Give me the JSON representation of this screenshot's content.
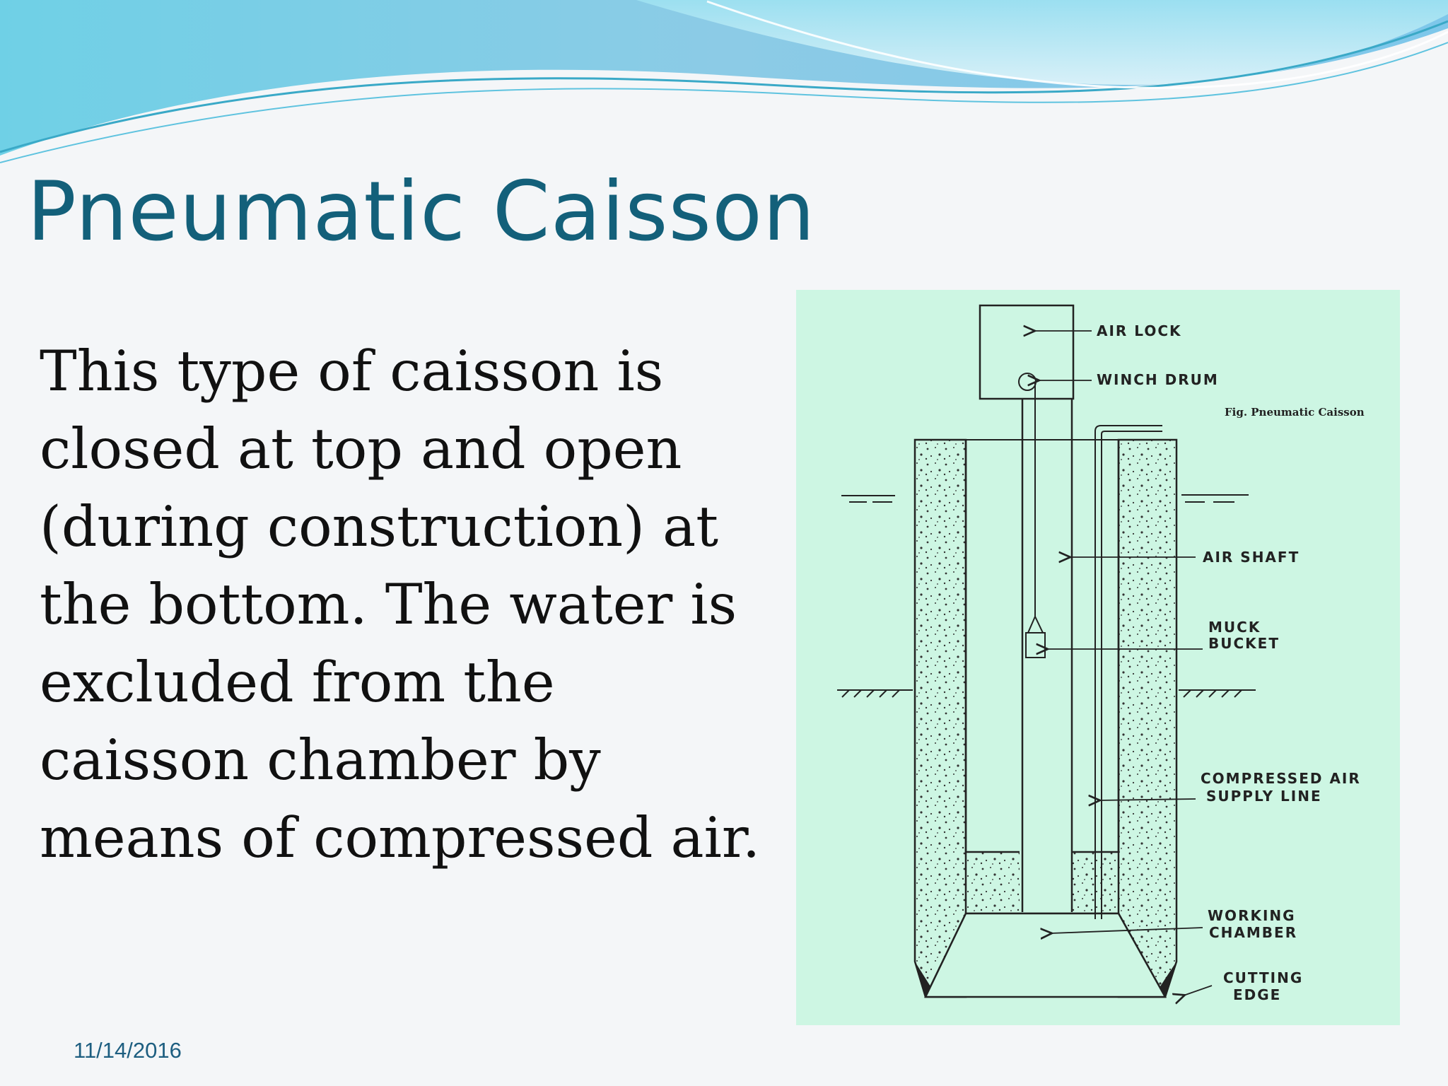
{
  "slide": {
    "title": "Pneumatic Caisson",
    "body": "This type of caisson is closed at top and open (during construction) at the bottom. The water is excluded from the caisson chamber by means of compressed air.",
    "date": "11/14/2016",
    "colors": {
      "title": "#13607a",
      "figure_background": "#cdf6e3",
      "header_wave": "#5fc3df",
      "date": "#1d5e80"
    }
  },
  "figure": {
    "caption": "Fig. Pneumatic Caisson",
    "labels": {
      "air_lock": "AIR LOCK",
      "winch_drum": "WINCH DRUM",
      "air_shaft": "AIR SHAFT",
      "muck_bucket_1": "MUCK",
      "muck_bucket_2": "BUCKET",
      "compressed_air_1": "COMPRESSED AIR",
      "compressed_air_2": "SUPPLY LINE",
      "working_chamber_1": "WORKING",
      "working_chamber_2": "CHAMBER",
      "cutting_edge_1": "CUTTING",
      "cutting_edge_2": "EDGE"
    }
  }
}
